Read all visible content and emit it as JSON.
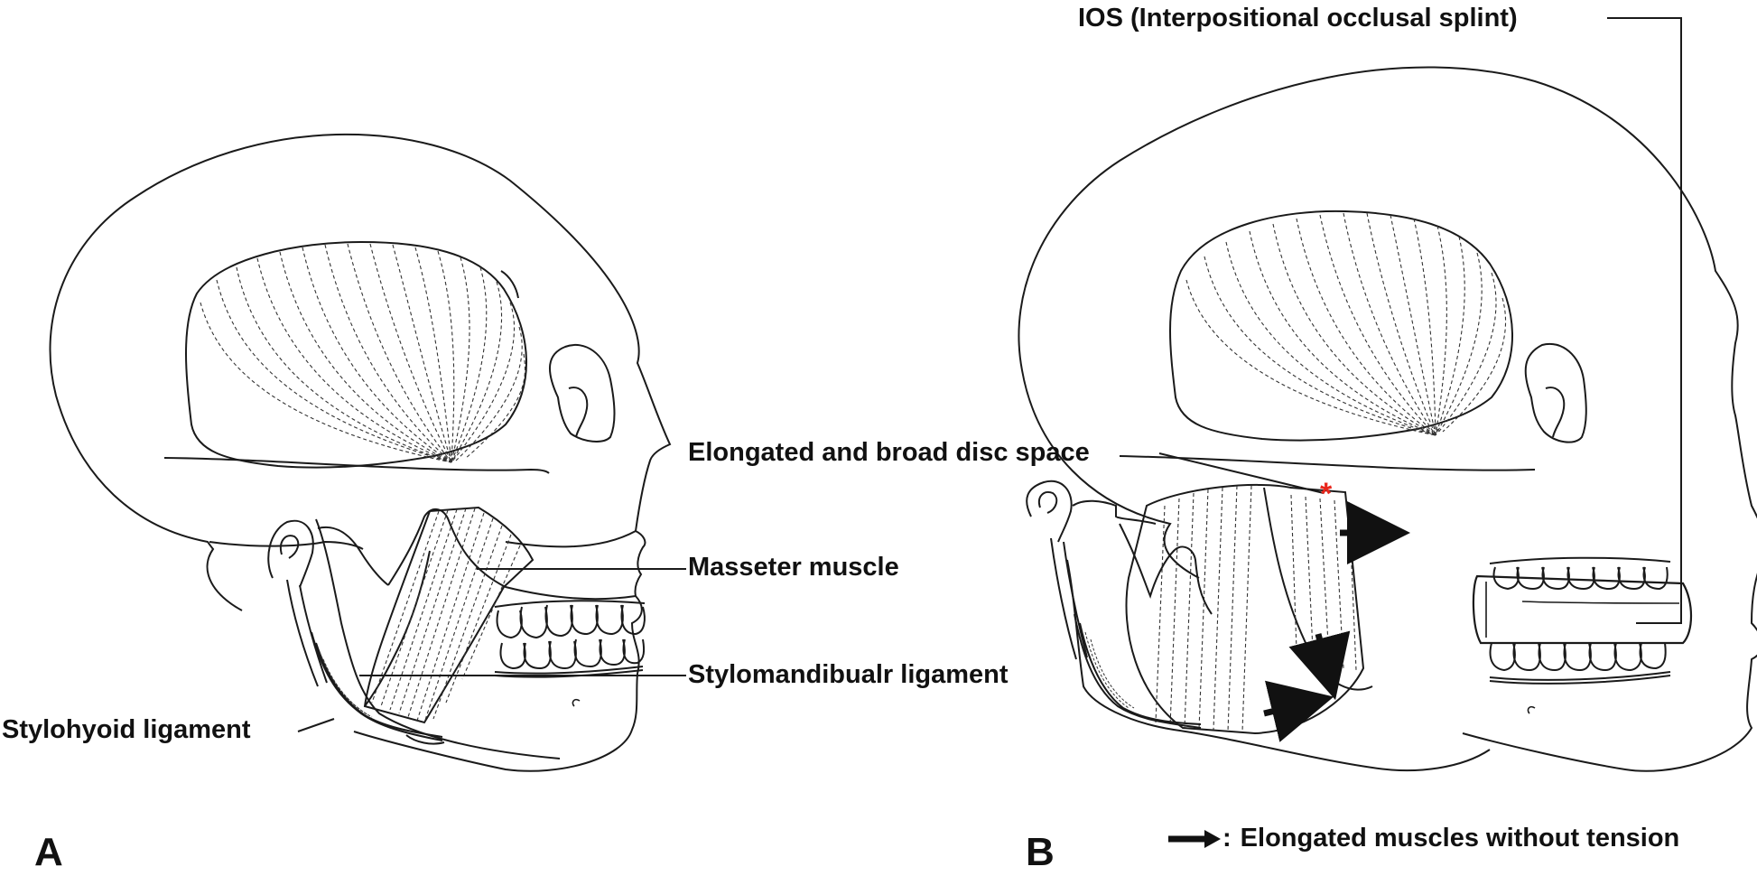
{
  "panel_a": {
    "letter": "A",
    "labels": {
      "masseter": "Masseter muscle",
      "stylomandibular": "Stylomandibualr ligament",
      "stylohyoid": "Stylohyoid ligament"
    }
  },
  "panel_b": {
    "letter": "B",
    "labels": {
      "ios": "IOS (Interpositional occlusal splint)",
      "disc_space": "Elongated and broad disc space",
      "disc_marker": "*"
    }
  },
  "legend": {
    "colon": ":",
    "text": "Elongated muscles without tension"
  },
  "colors": {
    "line": "#1a1a1a",
    "marker": "#e8261c"
  }
}
